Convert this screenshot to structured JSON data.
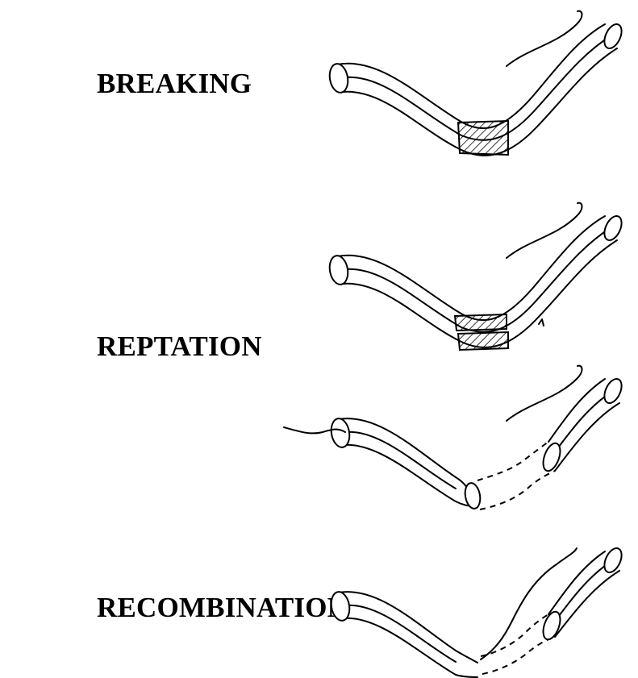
{
  "labels": {
    "breaking": "BREAKING",
    "reptation": "REPTATION",
    "recombination": "RECOMBINATION"
  },
  "colors": {
    "ink": "#000000",
    "background": "#ffffff"
  }
}
